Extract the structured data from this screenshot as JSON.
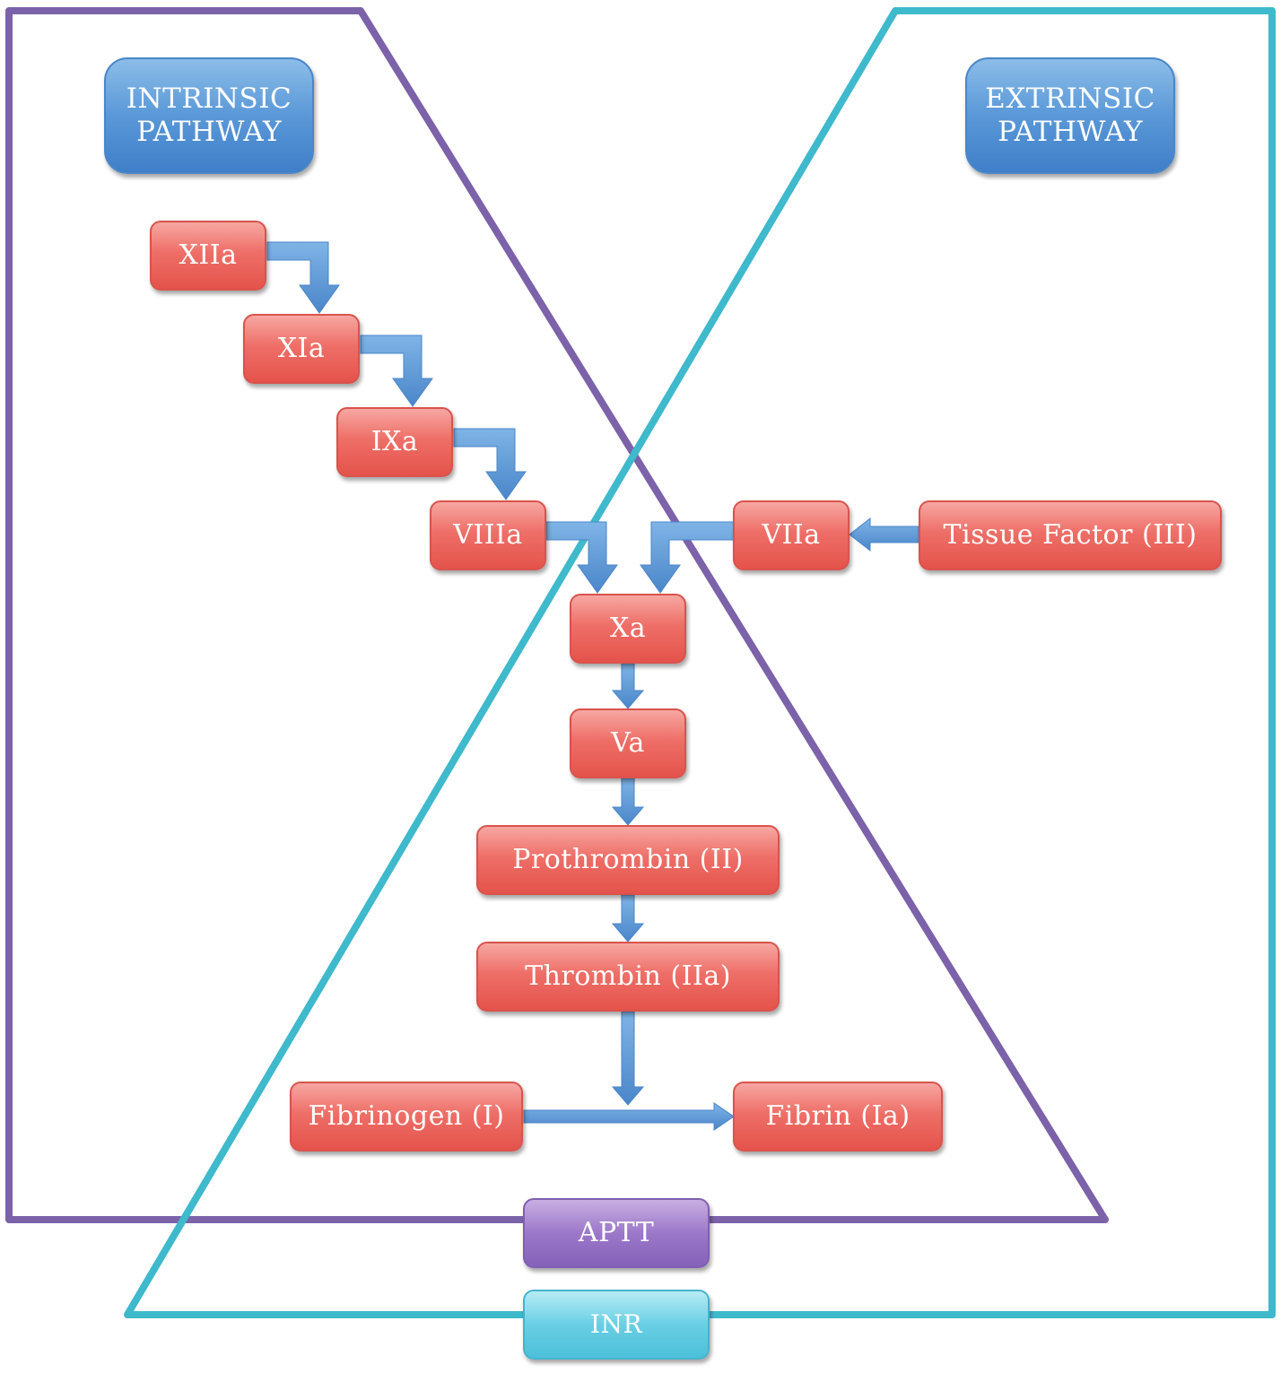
{
  "pathways": {
    "intrinsic": "INTRINSIC PATHWAY",
    "extrinsic": "EXTRINSIC PATHWAY"
  },
  "factors": {
    "xiia": "XIIa",
    "xia": "XIa",
    "ixa": "IXa",
    "viiia": "VIIIa",
    "viia": "VIIa",
    "tissue_factor": "Tissue Factor (III)",
    "xa": "Xa",
    "va": "Va",
    "prothrombin": "Prothrombin (II)",
    "thrombin": "Thrombin (IIa)",
    "fibrinogen": "Fibrinogen (I)",
    "fibrin": "Fibrin (Ia)"
  },
  "tests": {
    "aptt": "APTT",
    "inr": "INR"
  },
  "colors": {
    "intrinsic_outline": "#7b62a9",
    "extrinsic_outline": "#3fb9cc",
    "arrow": "#5a98d8",
    "factor_box": "#ee6f68",
    "pathway_box": "#5a98d8",
    "aptt_box": "#9c78c9",
    "inr_box": "#69cfe4"
  }
}
